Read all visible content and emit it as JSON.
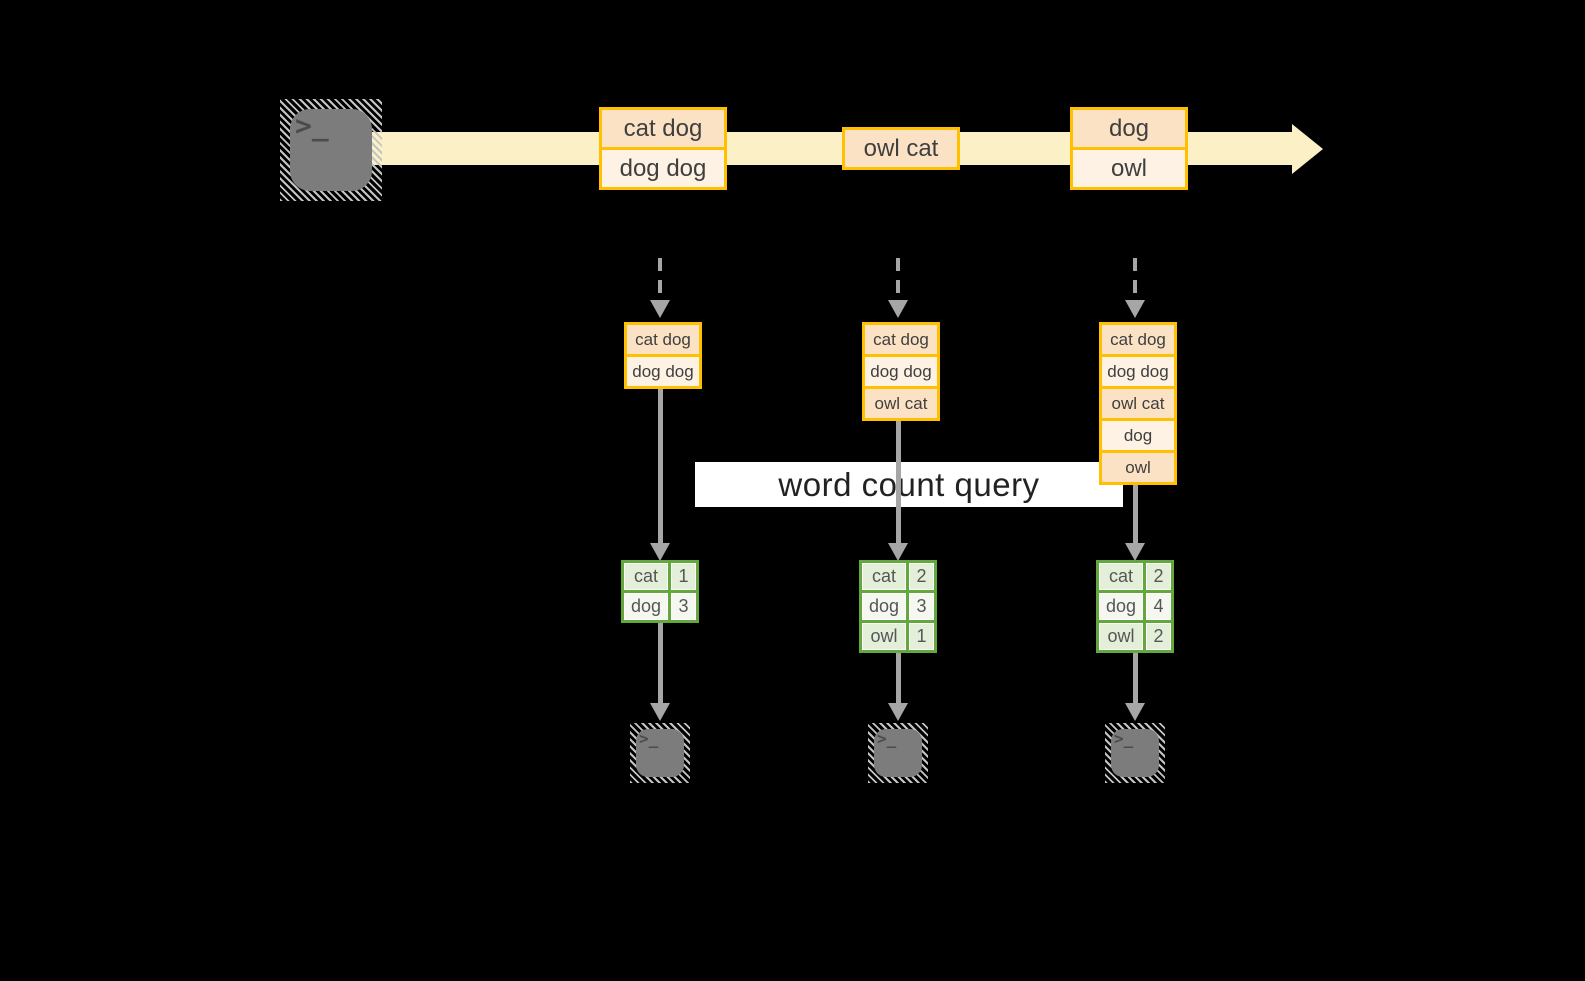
{
  "banner": {
    "label": "word count query"
  },
  "source_terminal": {
    "glyph": ">_"
  },
  "stream": {
    "boxes": [
      {
        "rows": [
          "cat dog",
          "dog dog"
        ]
      },
      {
        "rows": [
          "owl cat"
        ]
      },
      {
        "rows": [
          "dog",
          "owl"
        ]
      }
    ]
  },
  "stacks": [
    {
      "rows": [
        "cat dog",
        "dog dog"
      ]
    },
    {
      "rows": [
        "cat dog",
        "dog dog",
        "owl cat"
      ]
    },
    {
      "rows": [
        "cat dog",
        "dog dog",
        "owl cat",
        "dog",
        "owl"
      ]
    }
  ],
  "count_tables": [
    {
      "rows": [
        {
          "word": "cat",
          "count": "1"
        },
        {
          "word": "dog",
          "count": "3"
        }
      ]
    },
    {
      "rows": [
        {
          "word": "cat",
          "count": "2"
        },
        {
          "word": "dog",
          "count": "3"
        },
        {
          "word": "owl",
          "count": "1"
        }
      ]
    },
    {
      "rows": [
        {
          "word": "cat",
          "count": "2"
        },
        {
          "word": "dog",
          "count": "4"
        },
        {
          "word": "owl",
          "count": "2"
        }
      ]
    }
  ],
  "output_terminals": [
    {
      "glyph": ">_"
    },
    {
      "glyph": ">_"
    },
    {
      "glyph": ">_"
    }
  ],
  "colors": {
    "accent-gold": "#ffc000",
    "fill-peach": "#fbe2c4",
    "fill-cream": "#fdf2e3",
    "stream-band": "#fbf0c6",
    "accent-green": "#64a73e",
    "fill-green-light": "#e4efda",
    "fill-green-pale": "#f4f8f0",
    "arrow-gray": "#a6a6a6",
    "terminal-gray": "#7c7c7c",
    "banner-bg": "#ffffff",
    "text-dark": "#3f3f3f"
  }
}
